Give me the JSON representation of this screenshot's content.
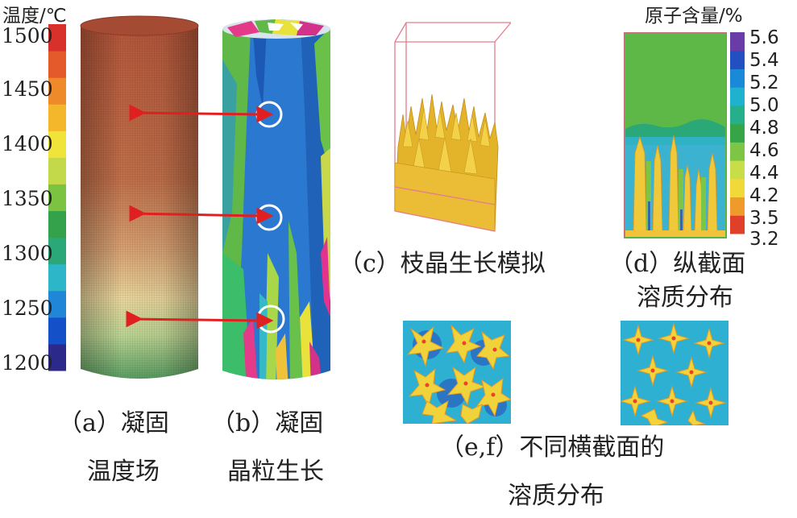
{
  "panel_a": {
    "legend_title": "温度/℃",
    "ticks": [
      "1500",
      "1450",
      "1400",
      "1350",
      "1300",
      "1250",
      "1200"
    ],
    "colors": [
      "#2b2a8a",
      "#1450c8",
      "#1f86d8",
      "#2cb6c8",
      "#2aa878",
      "#33a24a",
      "#7cc342",
      "#c4d94a",
      "#f0e33a",
      "#f4b62a",
      "#ee8a2a",
      "#e45a2a",
      "#d8302a"
    ],
    "caption_line1": "（a）凝固",
    "caption_line2": "温度场"
  },
  "panel_b": {
    "caption_line1": "（b）凝固",
    "caption_line2": "晶粒生长"
  },
  "panel_c": {
    "caption": "（c）枝晶生长模拟"
  },
  "panel_d": {
    "legend_title": "原子含量/%",
    "ticks": [
      "5.6",
      "5.4",
      "5.2",
      "5.0",
      "4.8",
      "4.6",
      "4.4",
      "4.2",
      "3.5",
      "3.2"
    ],
    "colors": [
      "#6a3ca8",
      "#2350c0",
      "#1a8ad8",
      "#1fb2cf",
      "#25b08a",
      "#35a548",
      "#7cc545",
      "#c8de48",
      "#f2d93a",
      "#ef9a2a",
      "#e0402a"
    ],
    "caption_line1": "（d）纵截面",
    "caption_line2": "溶质分布"
  },
  "panel_ef": {
    "caption_line1": "（e,f）不同横截面的",
    "caption_line2": "溶质分布"
  }
}
